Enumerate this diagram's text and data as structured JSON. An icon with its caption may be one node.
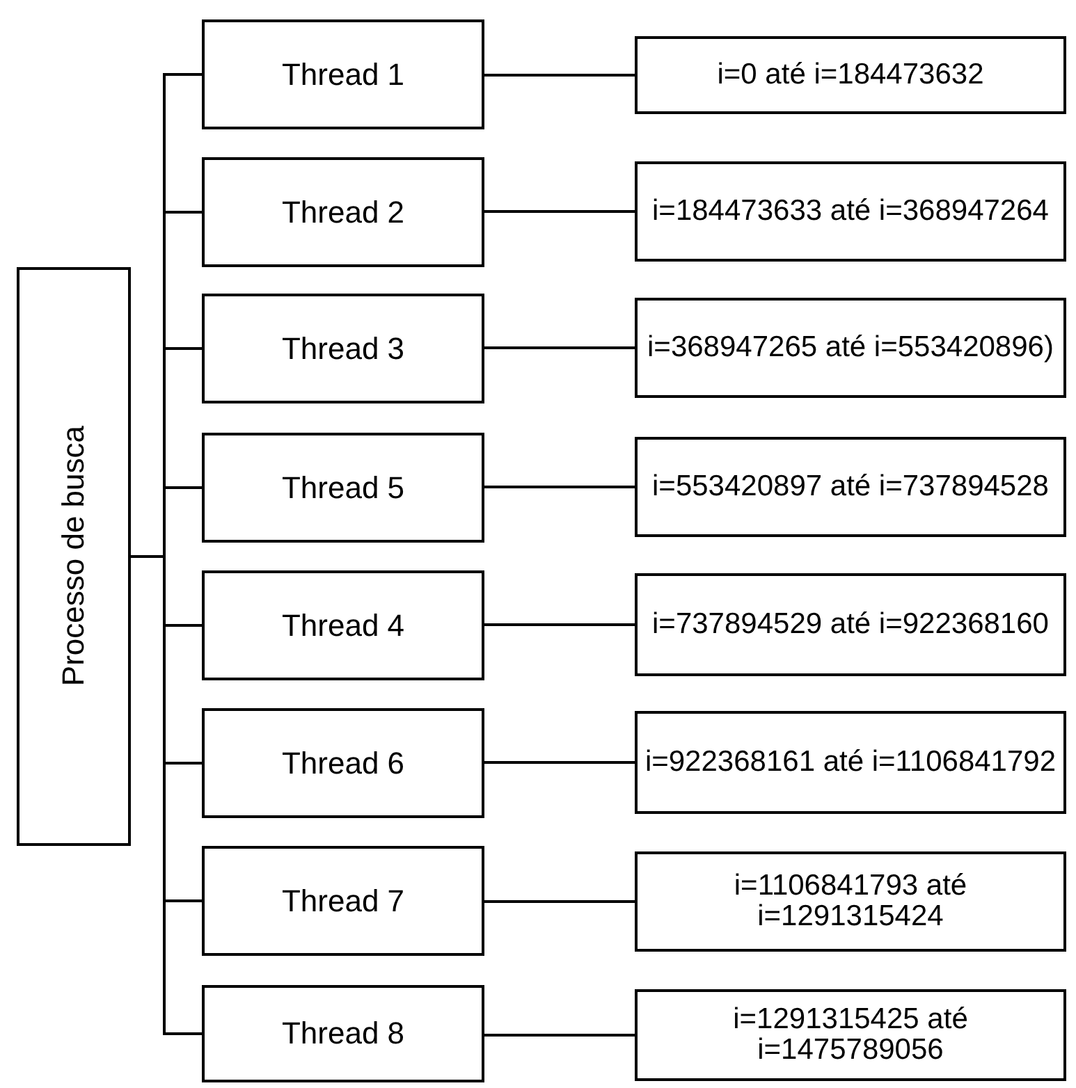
{
  "diagram": {
    "nodes": [
      {
        "text": [
          "Processo de busca"
        ]
      },
      {
        "text": [
          "Thread 1"
        ]
      },
      {
        "text": [
          "i=0 até i=184473632"
        ]
      },
      {
        "text": [
          "Thread 2"
        ]
      },
      {
        "text": [
          "i=184473633 até i=368947264"
        ]
      },
      {
        "text": [
          "Thread 3"
        ]
      },
      {
        "text": [
          "i=368947265 até i=553420896)"
        ]
      },
      {
        "text": [
          "Thread 5"
        ]
      },
      {
        "text": [
          "i=553420897 até i=737894528"
        ]
      },
      {
        "text": [
          "Thread 4"
        ]
      },
      {
        "text": [
          "i=737894529 até i=922368160"
        ]
      },
      {
        "text": [
          "Thread 6"
        ]
      },
      {
        "text": [
          "i=922368161 até i=1106841792"
        ]
      },
      {
        "text": [
          "Thread 7"
        ]
      },
      {
        "text": [
          "i=1106841793 até i=1291315424"
        ]
      },
      {
        "text": [
          "Thread 8"
        ]
      },
      {
        "text": [
          "i=1291315425 até i=1475789056"
        ]
      }
    ],
    "edges": [
      {
        "from": 0,
        "to": 1,
        "arrow": "none"
      },
      {
        "from": 0,
        "to": 3,
        "arrow": "none"
      },
      {
        "from": 0,
        "to": 5,
        "arrow": "none"
      },
      {
        "from": 0,
        "to": 7,
        "arrow": "none"
      },
      {
        "from": 0,
        "to": 9,
        "arrow": "none"
      },
      {
        "from": 0,
        "to": 11,
        "arrow": "none"
      },
      {
        "from": 0,
        "to": 13,
        "arrow": "none"
      },
      {
        "from": 0,
        "to": 15,
        "arrow": "none"
      },
      {
        "from": 1,
        "to": 2,
        "arrow": "none"
      },
      {
        "from": 3,
        "to": 4,
        "arrow": "none"
      },
      {
        "from": 5,
        "to": 6,
        "arrow": "none"
      },
      {
        "from": 7,
        "to": 8,
        "arrow": "none"
      },
      {
        "from": 9,
        "to": 10,
        "arrow": "none"
      },
      {
        "from": 11,
        "to": 12,
        "arrow": "none"
      },
      {
        "from": 13,
        "to": 14,
        "arrow": "none"
      },
      {
        "from": 15,
        "to": 16,
        "arrow": "none"
      }
    ]
  }
}
